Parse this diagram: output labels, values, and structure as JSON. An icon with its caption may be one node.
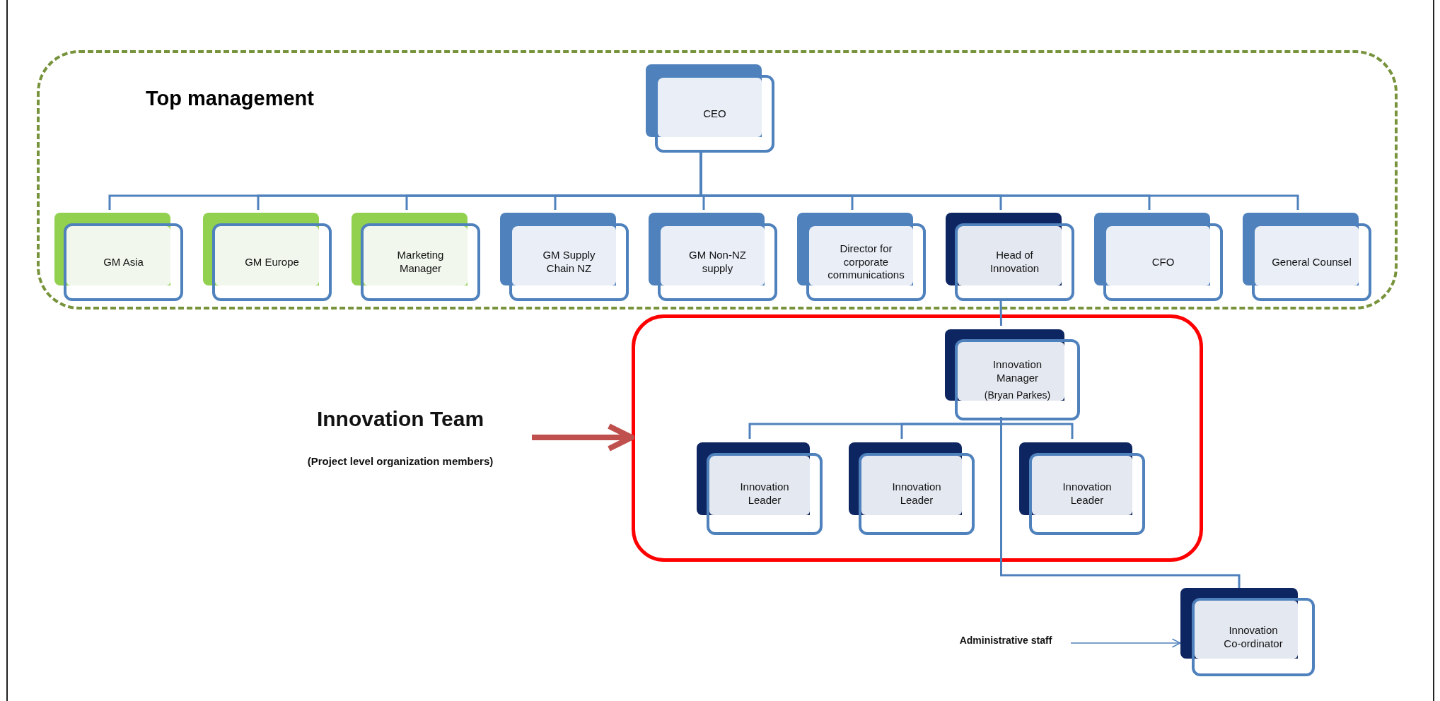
{
  "diagram": {
    "nodes": [
      {
        "text": [
          "Top management"
        ]
      },
      {
        "text": [
          "CEO"
        ],
        "in": 0
      },
      {
        "text": [
          "GM Asia"
        ],
        "in": 0
      },
      {
        "text": [
          "GM Europe"
        ],
        "in": 0
      },
      {
        "text": [
          "Marketing Manager"
        ],
        "in": 0
      },
      {
        "text": [
          "GM Supply Chain NZ"
        ],
        "in": 0
      },
      {
        "text": [
          "GM Non-NZ supply"
        ],
        "in": 0
      },
      {
        "text": [
          "Director for corporate communications"
        ],
        "in": 0
      },
      {
        "text": [
          "Head of Innovation"
        ],
        "in": 0
      },
      {
        "text": [
          "CFO"
        ],
        "in": 0
      },
      {
        "text": [
          "General Counsel"
        ],
        "in": 0
      },
      {
        "text": [
          "Innovation Team",
          "(Project level organization members)"
        ]
      },
      {
        "text": [],
        "shape": "box"
      },
      {
        "text": [
          "Innovation Manager",
          "(Bryan Parkes)"
        ],
        "in": 12
      },
      {
        "text": [
          "Innovation Leader"
        ],
        "in": 12
      },
      {
        "text": [
          "Innovation Leader"
        ],
        "in": 12
      },
      {
        "text": [
          "Innovation Leader"
        ],
        "in": 12
      },
      {
        "text": [
          "Administrative staff"
        ]
      },
      {
        "text": [
          "Innovation Co-ordinator"
        ]
      }
    ],
    "edges": [
      {
        "from": 1,
        "to": 2,
        "arrow": "none"
      },
      {
        "from": 1,
        "to": 3,
        "arrow": "none"
      },
      {
        "from": 1,
        "to": 4,
        "arrow": "none"
      },
      {
        "from": 1,
        "to": 5,
        "arrow": "none"
      },
      {
        "from": 1,
        "to": 6,
        "arrow": "none"
      },
      {
        "from": 1,
        "to": 7,
        "arrow": "none"
      },
      {
        "from": 1,
        "to": 8,
        "arrow": "none"
      },
      {
        "from": 1,
        "to": 9,
        "arrow": "none"
      },
      {
        "from": 1,
        "to": 10,
        "arrow": "none"
      },
      {
        "from": 8,
        "to": 13,
        "arrow": "none"
      },
      {
        "from": 13,
        "to": 14,
        "arrow": "none"
      },
      {
        "from": 13,
        "to": 15,
        "arrow": "none"
      },
      {
        "from": 13,
        "to": 16,
        "arrow": "none"
      },
      {
        "from": 13,
        "to": 18,
        "arrow": "none"
      },
      {
        "from": 11,
        "to": 12,
        "arrow": "to",
        "style": "thick",
        "color": "#c0504d"
      },
      {
        "from": 17,
        "to": 18,
        "arrow": "to"
      }
    ]
  }
}
